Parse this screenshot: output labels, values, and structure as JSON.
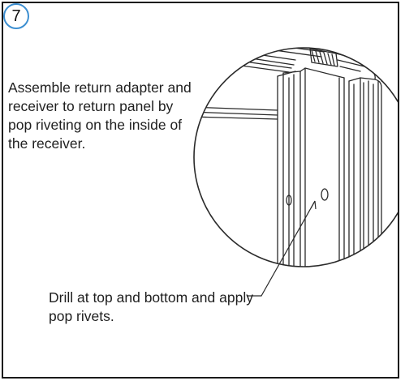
{
  "step": {
    "number": "7",
    "badge_color": "#3d8fd1"
  },
  "instruction": {
    "text": "Assemble return adapter and receiver to return panel by pop riveting on the inside of the receiver."
  },
  "callout": {
    "text": "Drill at top and bottom and apply pop rivets."
  },
  "colors": {
    "border": "#1a1a1a",
    "line": "#2a2a2a",
    "text": "#1f1f1f"
  }
}
